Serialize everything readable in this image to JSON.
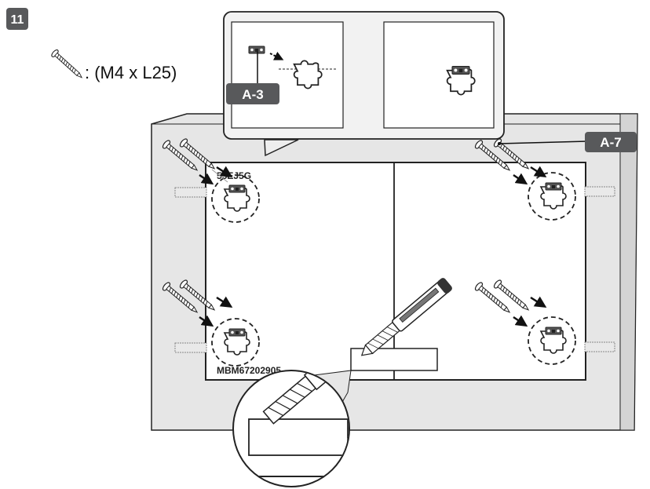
{
  "step": {
    "number": "11"
  },
  "screw_spec": {
    "text": ": (M4 x L25)"
  },
  "parts": {
    "a3": "A-3",
    "a7": "A-7"
  },
  "template_labels": {
    "model": "55EJ5G",
    "part_number": "MBM67202905"
  },
  "icons": [
    "screw-icon",
    "bracket-icon",
    "utility-knife-icon",
    "dashed-circle-icon",
    "arrow-icon"
  ],
  "colors": {
    "badge": "#58595b",
    "wall": "#e6e6e6",
    "wall_dark": "#cfcfcf",
    "stroke": "#222222"
  }
}
